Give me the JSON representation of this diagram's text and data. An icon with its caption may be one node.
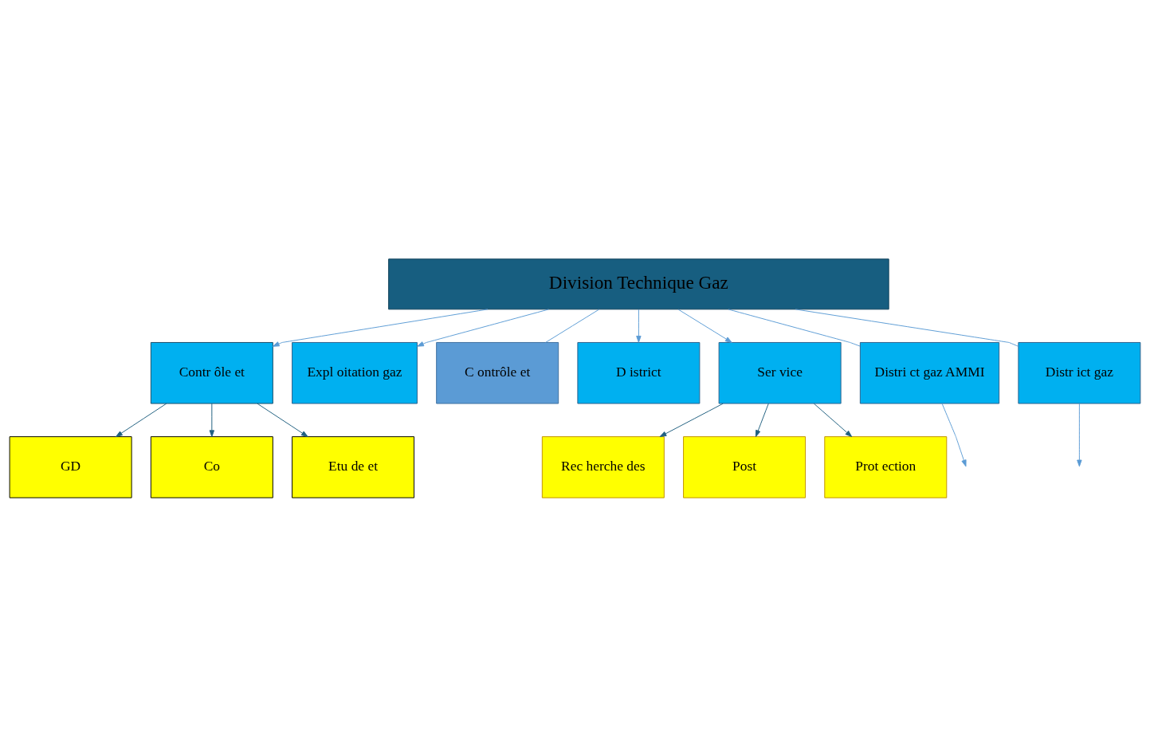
{
  "diagram": {
    "nodes": [
      {
        "text": [
          "Division Technique Gaz"
        ]
      },
      {
        "text": [
          "Contr ôle et"
        ]
      },
      {
        "text": [
          "Expl oitation gaz"
        ]
      },
      {
        "text": [
          "C ontrôle et"
        ]
      },
      {
        "text": [
          "D istrict"
        ]
      },
      {
        "text": [
          "Ser vice"
        ]
      },
      {
        "text": [
          "GD"
        ]
      },
      {
        "text": [
          "Co"
        ]
      },
      {
        "text": [
          "Etu de et"
        ]
      },
      {
        "text": [
          "Distri ct gaz AMMI"
        ]
      },
      {
        "text": [
          "Distr ict gaz"
        ]
      },
      {
        "text": [
          "Rec herche des"
        ]
      },
      {
        "text": [
          "Post"
        ]
      },
      {
        "text": [
          "Prot ection"
        ]
      }
    ],
    "edges": [
      {
        "from": 0,
        "to": 1,
        "arrow": "to"
      },
      {
        "from": 0,
        "to": 2,
        "arrow": "to"
      },
      {
        "from": 0,
        "to": 9,
        "arrow": "none"
      },
      {
        "from": 0,
        "to": 3,
        "arrow": "none"
      },
      {
        "from": 0,
        "to": 10,
        "arrow": "none"
      },
      {
        "from": 0,
        "to": 4,
        "arrow": "to"
      },
      {
        "from": 0,
        "to": 5,
        "arrow": "to"
      },
      {
        "from": 9,
        "to": null,
        "arrow": "to"
      },
      {
        "from": 10,
        "to": null,
        "arrow": "to"
      },
      {
        "from": 1,
        "to": 6,
        "arrow": "to",
        "color": "#1f5f80"
      },
      {
        "from": 1,
        "to": 7,
        "arrow": "to",
        "color": "#1f5f80"
      },
      {
        "from": 1,
        "to": 8,
        "arrow": "to",
        "color": "#1f5f80"
      },
      {
        "from": 5,
        "to": 11,
        "arrow": "to",
        "color": "#1f5f80"
      },
      {
        "from": 5,
        "to": 12,
        "arrow": "to",
        "color": "#1f5f80"
      },
      {
        "from": 5,
        "to": 13,
        "arrow": "to",
        "color": "#1f5f80"
      }
    ]
  }
}
